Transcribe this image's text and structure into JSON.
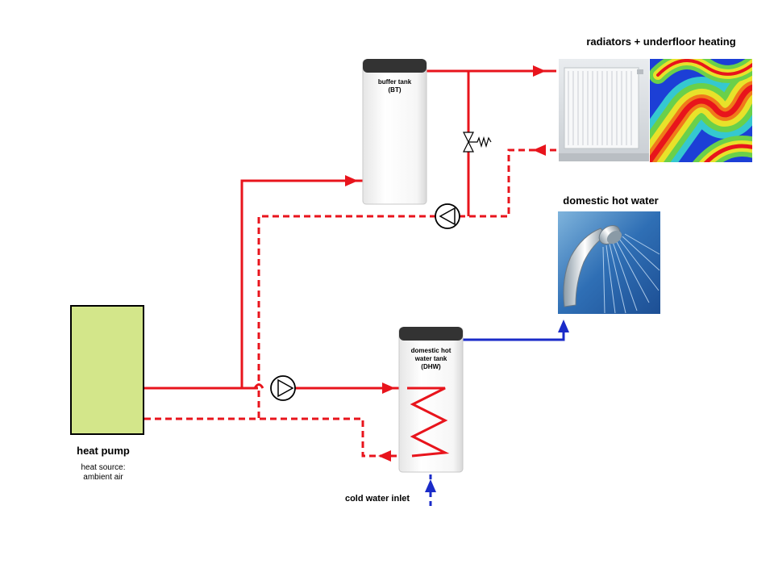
{
  "labels": {
    "radiators_title": "radiators + underfloor heating",
    "dhw_title": "domestic hot water",
    "buffer_tank_line1": "buffer tank",
    "buffer_tank_line2": "(BT)",
    "dhw_tank_line1": "domestic hot",
    "dhw_tank_line2": "water tank",
    "dhw_tank_line3": "(DHW)",
    "heat_pump_title": "heat pump",
    "heat_source_line1": "heat source:",
    "heat_source_line2": "ambient air",
    "cold_water_inlet": "cold water inlet"
  },
  "colors": {
    "flow": "#e8141c",
    "cold_water": "#1a2bc8",
    "heat_pump_fill": "#d3e68a",
    "tank_lid": "#333333",
    "tank_body": "#ffffff"
  },
  "icons": {
    "pump": "circulation-pump-icon",
    "valve": "overflow-valve-icon",
    "shower": "shower-head-icon",
    "radiator": "radiator-icon",
    "floor_heating": "underfloor-heating-thermal-icon"
  }
}
